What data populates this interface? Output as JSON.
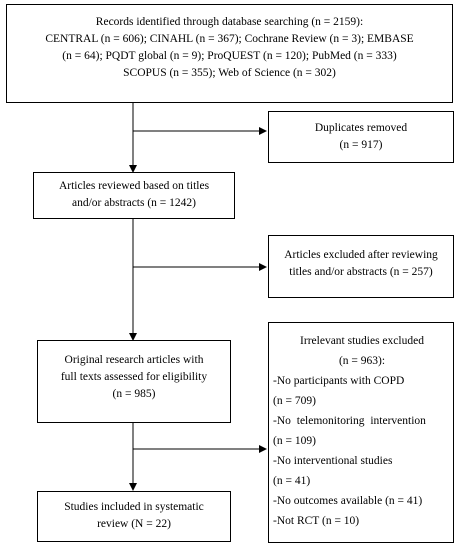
{
  "records_box": {
    "lines": [
      "Records identified through database searching (n = 2159):",
      "CENTRAL (n = 606); CINAHL (n = 367); Cochrane Review (n = 3); EMBASE",
      "(n = 64); PQDT global (n = 9); ProQUEST (n = 120); PubMed (n = 333)",
      "SCOPUS (n = 355); Web of Science (n = 302)"
    ]
  },
  "duplicates_box": {
    "lines": [
      "Duplicates removed",
      "(n = 917)"
    ]
  },
  "reviewed_box": {
    "lines": [
      "Articles reviewed based on titles",
      "and/or abstracts (n = 1242)"
    ]
  },
  "excluded_titles_box": {
    "lines": [
      "Articles excluded after reviewing",
      "titles and/or abstracts (n = 257)"
    ]
  },
  "fulltext_box": {
    "lines": [
      "Original research articles with",
      "full texts assessed for eligibility",
      "(n = 985)"
    ]
  },
  "irrelevant_box": {
    "lines": [
      "Irrelevant studies excluded",
      "(n = 963):",
      "-No participants with COPD",
      "(n = 709)",
      "-No telemonitoring intervention",
      "(n = 109)",
      "-No interventional studies",
      "(n = 41)",
      "-No outcomes available (n = 41)",
      "-Not RCT (n = 10)"
    ]
  },
  "included_box": {
    "lines": [
      "Studies included in systematic",
      "review (N = 22)"
    ]
  }
}
